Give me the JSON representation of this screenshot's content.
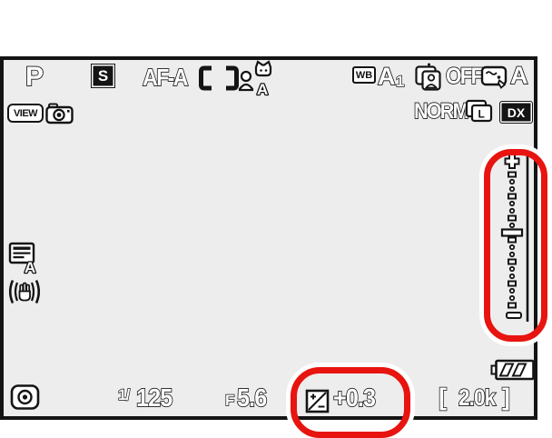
{
  "app": {
    "type": "camera-monitor-shooting-display"
  },
  "colors": {
    "annotation_red": "#e8140f",
    "lcd_background": "#ededed",
    "frame": "#141414",
    "glyph_fill": "#ffffff",
    "glyph_outline": "#141414"
  },
  "top_row": {
    "exposure_mode": "P",
    "release_mode": "S",
    "focus_mode": "AF-A",
    "white_balance_label": "WB",
    "white_balance_value": "A",
    "white_balance_sub": "1",
    "portrait_impression_balance": "OFF",
    "picture_control": "A"
  },
  "row2": {
    "view_label": "VIEW",
    "image_quality": "NORM",
    "image_size": "L",
    "image_area": "DX"
  },
  "left_column": {
    "active_d_lighting_letter": "A"
  },
  "bottom_row": {
    "shutter_prefix": "1/",
    "shutter_speed": "125",
    "aperture_prefix": "F",
    "aperture": "5.6",
    "exposure_comp": "+0.3",
    "frames_bracket_open": "[",
    "frames_remaining": "2.0k",
    "frames_bracket_close": "]"
  },
  "subject_detection_letter": "A",
  "exposure_indicator": {
    "plus_symbol": "+",
    "minus_symbol": "−",
    "ticks": 19,
    "major_every": 3,
    "marker_index": 8
  },
  "icons": [
    "view-camera-icon",
    "auto-area-af-icon",
    "subject-detection-auto-icon",
    "wb-badge",
    "portrait-impression-icon",
    "picture-control-icon",
    "image-size-icon",
    "dx-format-badge",
    "active-d-lighting-icon",
    "vibration-reduction-icon",
    "matrix-metering-icon",
    "exposure-compensation-icon",
    "battery-icon",
    "exposure-scale"
  ],
  "annotations": {
    "highlight_1_target": "exposure-indicator-scale",
    "highlight_2_target": "exposure-compensation-value"
  }
}
